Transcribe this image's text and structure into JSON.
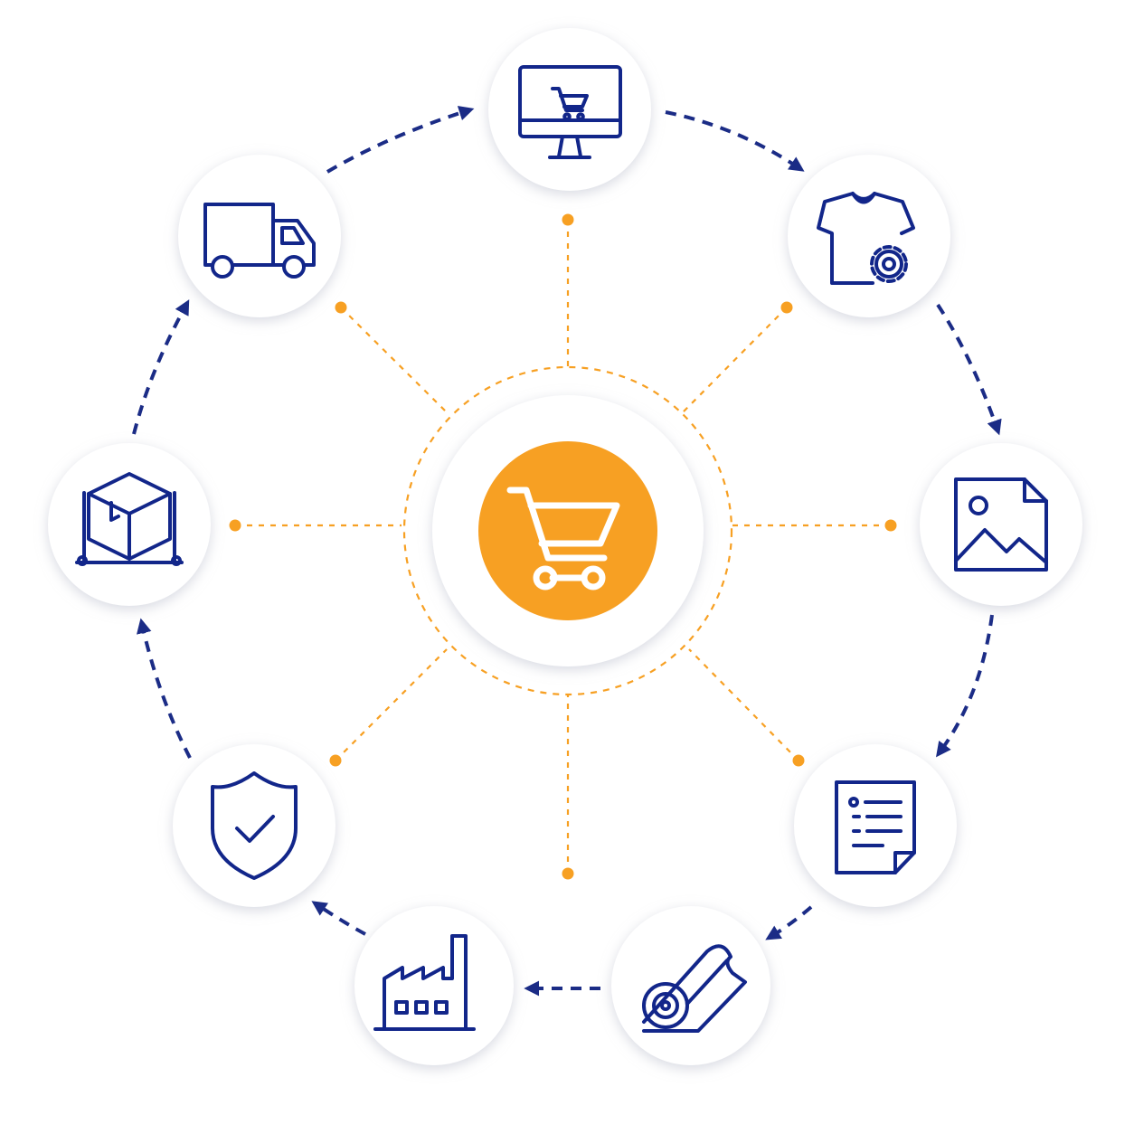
{
  "colors": {
    "background": "#ffffff",
    "accent_orange": "#f7a023",
    "icon_navy": "#12268a",
    "arrow_navy": "#1b2c86",
    "node_fill": "#ffffff",
    "node_shadow": "#c9ccd6"
  },
  "hub": {
    "icon": "shopping-cart-icon"
  },
  "nodes": [
    {
      "id": "online-store",
      "icon": "monitor-cart-icon"
    },
    {
      "id": "apparel-design",
      "icon": "tshirt-gear-icon"
    },
    {
      "id": "artwork",
      "icon": "image-file-icon"
    },
    {
      "id": "order-document",
      "icon": "document-list-icon"
    },
    {
      "id": "fabric",
      "icon": "fabric-roll-icon"
    },
    {
      "id": "manufacturing",
      "icon": "factory-icon"
    },
    {
      "id": "quality-check",
      "icon": "shield-check-icon"
    },
    {
      "id": "packaging",
      "icon": "package-box-icon"
    },
    {
      "id": "shipping",
      "icon": "delivery-truck-icon"
    }
  ]
}
